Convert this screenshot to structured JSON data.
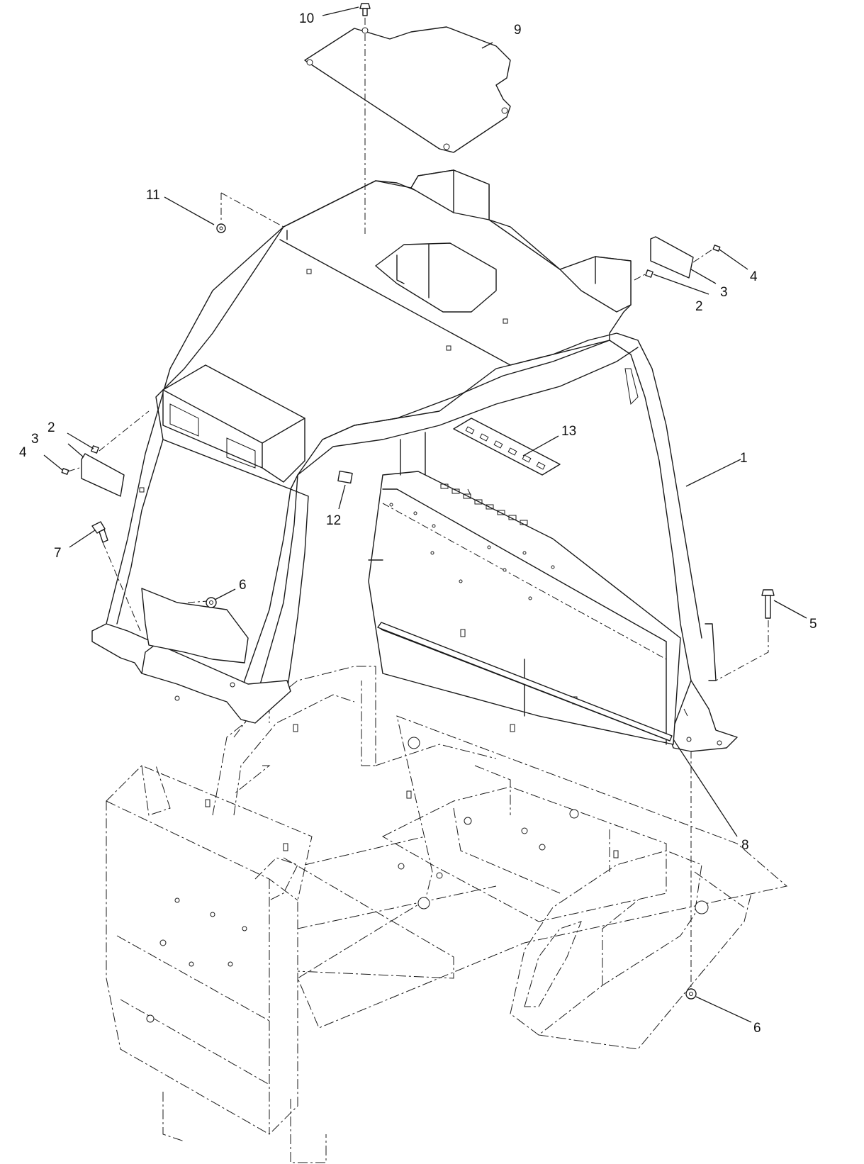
{
  "callouts": {
    "c1": "1",
    "c2a": "2",
    "c2b": "2",
    "c3a": "3",
    "c3b": "3",
    "c4a": "4",
    "c4b": "4",
    "c5": "5",
    "c6a": "6",
    "c6b": "6",
    "c7": "7",
    "c8": "8",
    "c9": "9",
    "c10": "10",
    "c11": "11",
    "c12": "12",
    "c13": "13"
  }
}
